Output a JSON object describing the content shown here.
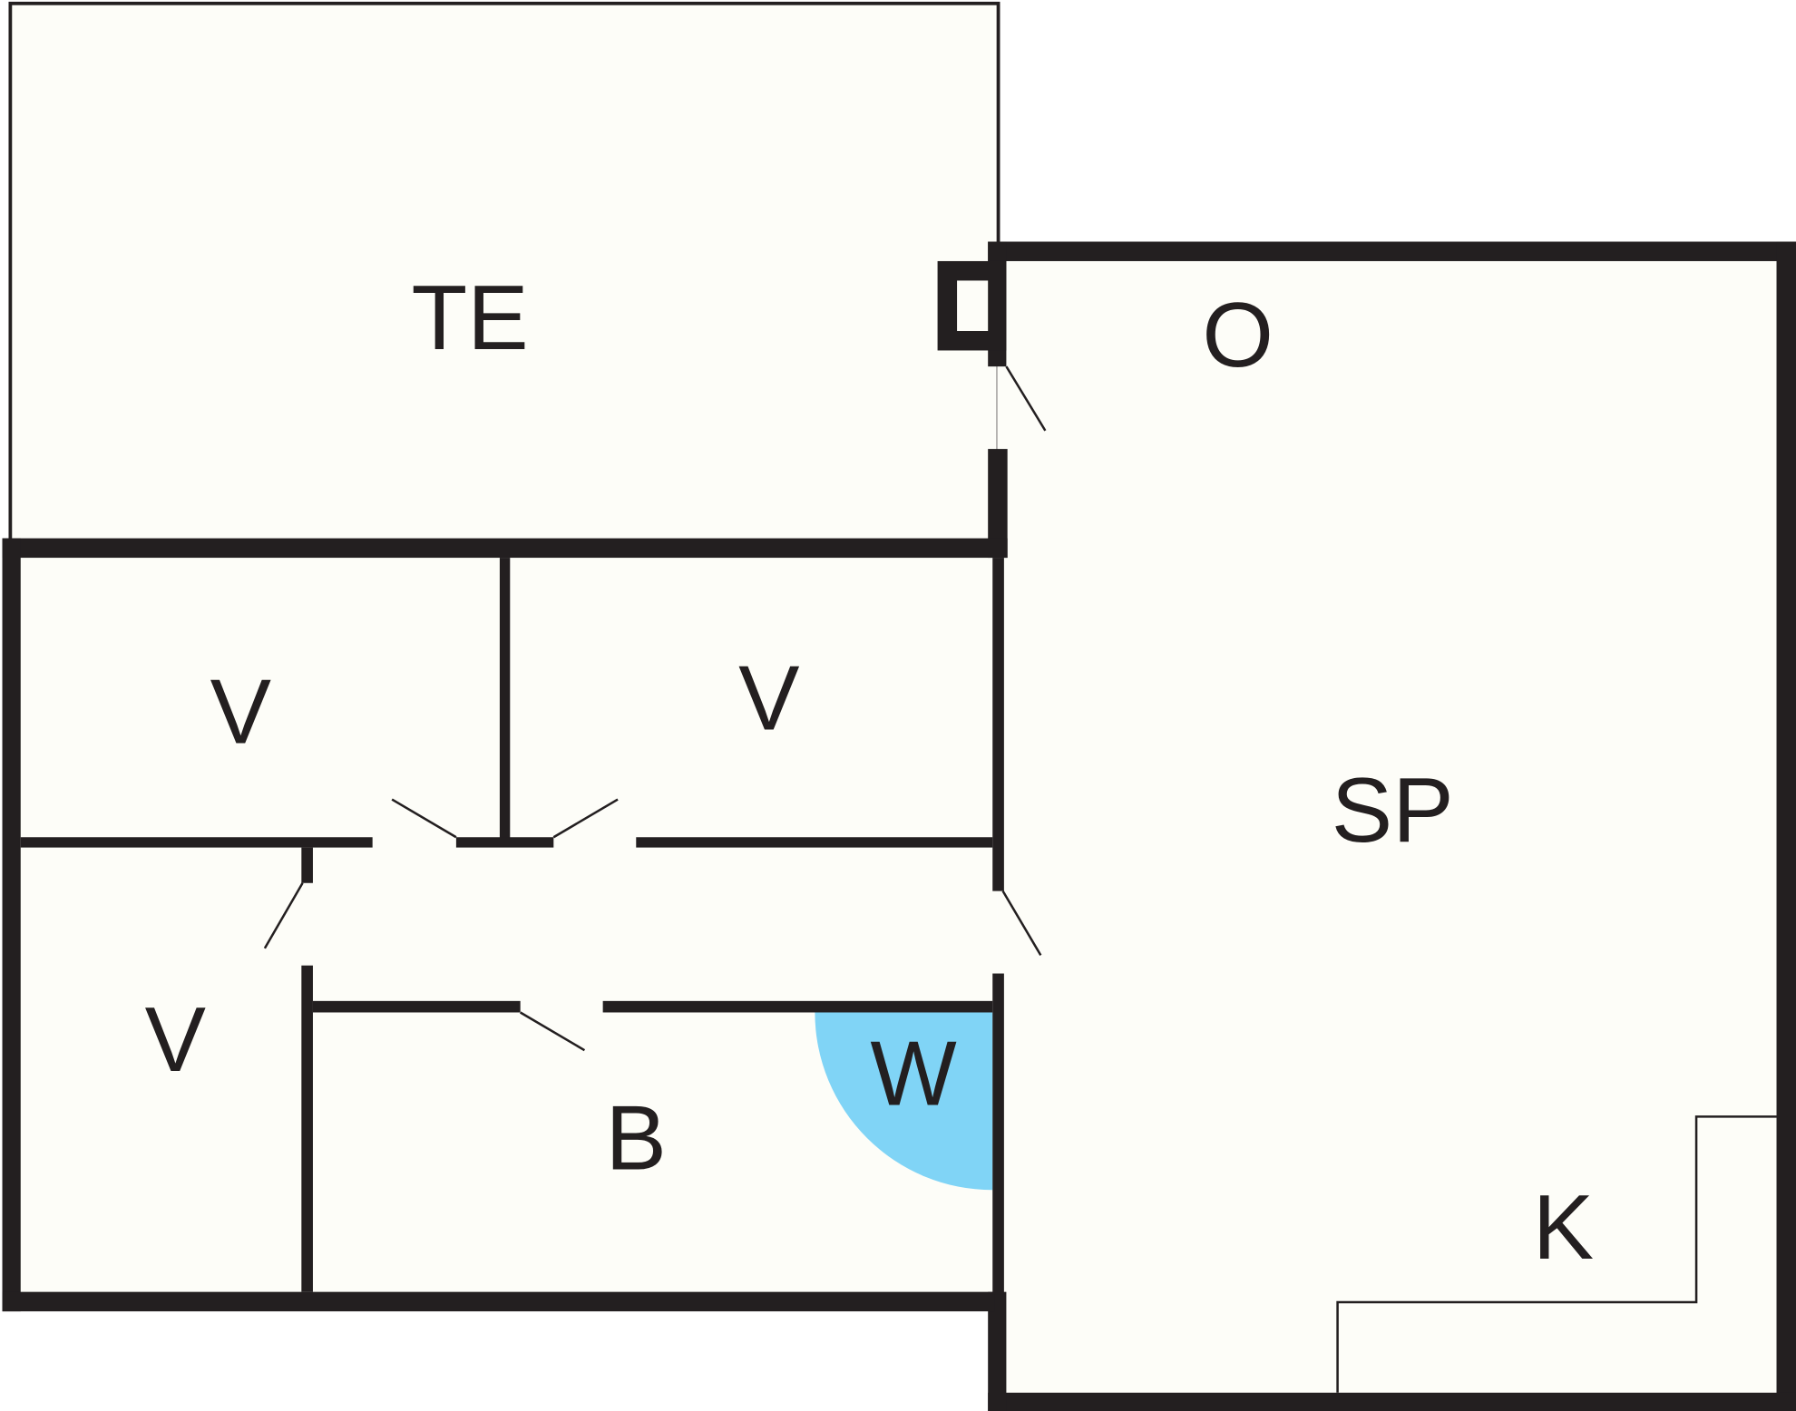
{
  "floorplan": {
    "rooms": [
      {
        "id": "te",
        "label": "TE"
      },
      {
        "id": "o",
        "label": "O"
      },
      {
        "id": "sp",
        "label": "SP"
      },
      {
        "id": "v1",
        "label": "V"
      },
      {
        "id": "v2",
        "label": "V"
      },
      {
        "id": "v3",
        "label": "V"
      },
      {
        "id": "b",
        "label": "B"
      },
      {
        "id": "w",
        "label": "W"
      },
      {
        "id": "k",
        "label": "K"
      }
    ],
    "colors": {
      "wall": "#231f20",
      "floor": "#fdfdf8",
      "shower": "#80d4f6"
    }
  }
}
